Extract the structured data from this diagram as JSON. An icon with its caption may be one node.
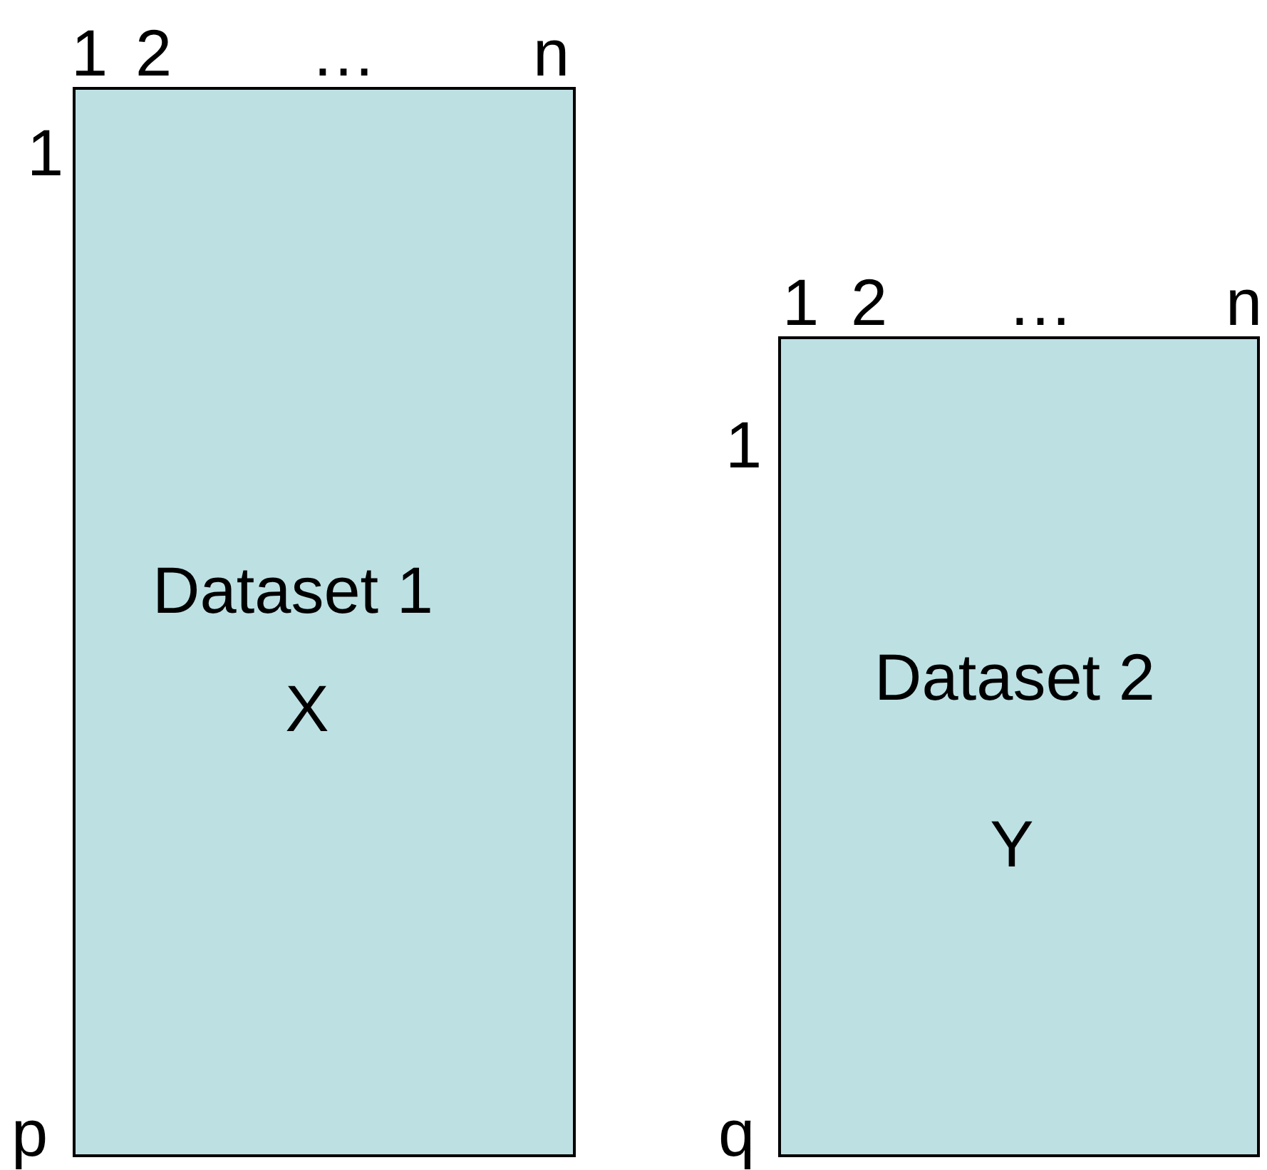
{
  "diagram": {
    "nodes": [
      {
        "text": [
          "Dataset 1",
          "X"
        ],
        "beside": [
          "1",
          "2",
          "…",
          "n",
          "1",
          "p"
        ]
      },
      {
        "text": [
          "Dataset 2",
          "Y"
        ],
        "beside": [
          "1",
          "2",
          "…",
          "n",
          "1",
          "q"
        ]
      }
    ]
  }
}
